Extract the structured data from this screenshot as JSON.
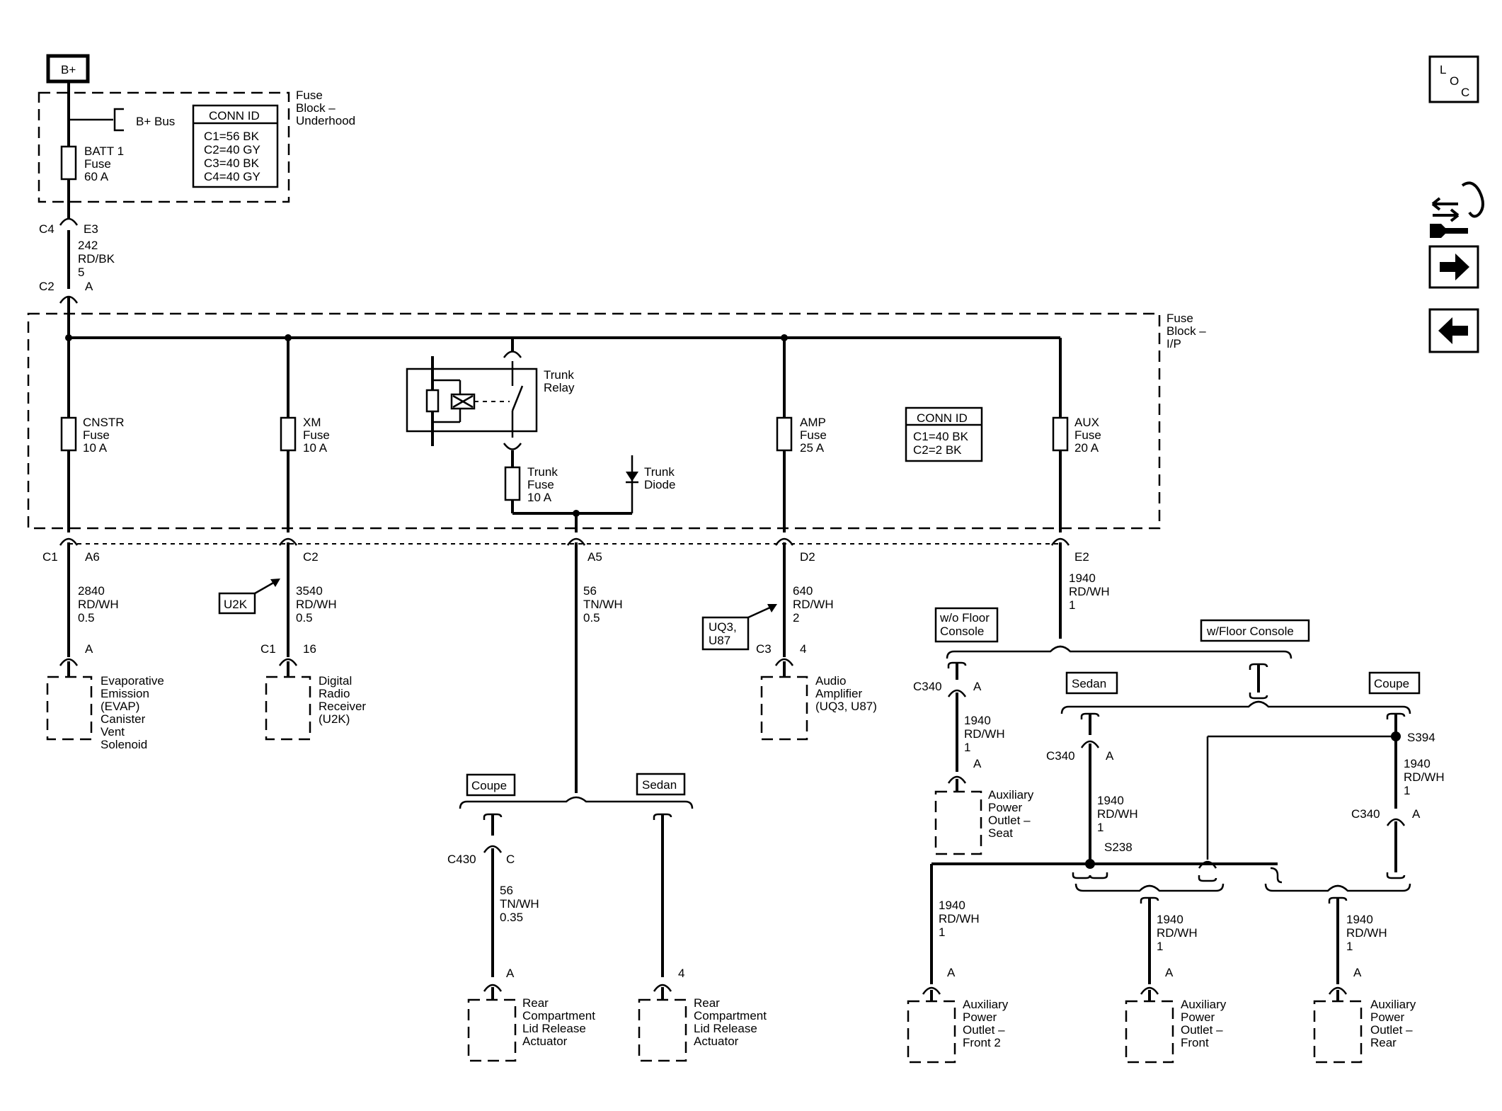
{
  "power_source": "B+",
  "bplus_bus": "B+ Bus",
  "underhood_block": {
    "title": [
      "Fuse",
      "Block –",
      "Underhood"
    ],
    "conn_id": {
      "header": "CONN ID",
      "rows": [
        "C1=56 BK",
        "C2=40 GY",
        "C3=40 BK",
        "C4=40 GY"
      ]
    }
  },
  "batt_fuse": [
    "BATT 1",
    "Fuse",
    "60 A"
  ],
  "feed": {
    "top_conn": "C4",
    "top_pin": "E3",
    "wire": [
      "242",
      "RD/BK",
      "5"
    ],
    "bottom_conn": "C2",
    "bottom_pin": "A"
  },
  "ip_block": {
    "title": [
      "Fuse",
      "Block –",
      "I/P"
    ],
    "conn_id": {
      "header": "CONN ID",
      "rows": [
        "C1=40 BK",
        "C2=2 BK"
      ]
    }
  },
  "fuses": {
    "cnstr": [
      "CNSTR",
      "Fuse",
      "10 A"
    ],
    "xm": [
      "XM",
      "Fuse",
      "10 A"
    ],
    "amp": [
      "AMP",
      "Fuse",
      "25 A"
    ],
    "aux": [
      "AUX",
      "Fuse",
      "20 A"
    ],
    "trunk": [
      "Trunk",
      "Fuse",
      "10 A"
    ]
  },
  "trunk_relay": [
    "Trunk",
    "Relay"
  ],
  "trunk_diode": [
    "Trunk",
    "Diode"
  ],
  "outputs": {
    "c1": "C1",
    "a6": "A6",
    "c2_pin": "C2",
    "a5": "A5",
    "d2": "D2",
    "e2": "E2"
  },
  "circuits": {
    "cnstr": [
      "2840",
      "RD/WH",
      "0.5"
    ],
    "xm": [
      "3540",
      "RD/WH",
      "0.5"
    ],
    "trunk": [
      "56",
      "TN/WH",
      "0.5"
    ],
    "amp": [
      "640",
      "RD/WH",
      "2"
    ],
    "aux": [
      "1940",
      "RD/WH",
      "1"
    ]
  },
  "option_tags": {
    "u2k": "U2K",
    "uq3": [
      "UQ3,",
      "U87"
    ]
  },
  "loads": {
    "evap": {
      "pin": "A",
      "label": [
        "Evaporative",
        "Emission",
        "(EVAP)",
        "Canister",
        "Vent",
        "Solenoid"
      ]
    },
    "radio": {
      "conn": "C1",
      "pin": "16",
      "label": [
        "Digital",
        "Radio",
        "Receiver",
        "(U2K)"
      ]
    },
    "amp": {
      "conn": "C3",
      "pin": "4",
      "label": [
        "Audio",
        "Amplifier",
        "(UQ3, U87)"
      ]
    }
  },
  "trunk_branch": {
    "coupe": "Coupe",
    "sedan": "Sedan",
    "coupe_conn": "C430",
    "coupe_pin": "C",
    "coupe_wire": [
      "56",
      "TN/WH",
      "0.35"
    ],
    "coupe_load_pin": "A",
    "sedan_load_pin": "4",
    "actuator": [
      "Rear",
      "Compartment",
      "Lid Release",
      "Actuator"
    ]
  },
  "aux_branch": {
    "no_console": [
      "w/o Floor",
      "Console"
    ],
    "console": "w/Floor Console",
    "sedan": "Sedan",
    "coupe": "Coupe",
    "c340": "C340",
    "pin_a": "A",
    "wire": [
      "1940",
      "RD/WH",
      "1"
    ],
    "s238": "S238",
    "s394": "S394",
    "seat_outlet": [
      "Auxiliary",
      "Power",
      "Outlet –",
      "Seat"
    ],
    "front2_outlet": [
      "Auxiliary",
      "Power",
      "Outlet –",
      "Front 2"
    ],
    "front_outlet": [
      "Auxiliary",
      "Power",
      "Outlet –",
      "Front"
    ],
    "rear_outlet": [
      "Auxiliary",
      "Power",
      "Outlet –",
      "Rear"
    ]
  },
  "nav": {
    "loc": [
      "L",
      "O",
      "C"
    ]
  }
}
